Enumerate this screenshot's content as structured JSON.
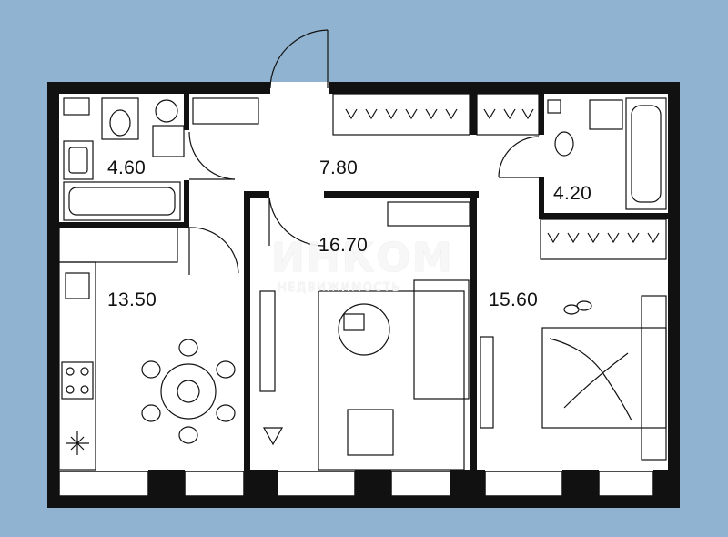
{
  "rooms": [
    {
      "id": "bathroom-left",
      "area": "4.60"
    },
    {
      "id": "hallway",
      "area": "7.80"
    },
    {
      "id": "bathroom-right",
      "area": "4.20"
    },
    {
      "id": "living-room",
      "area": "16.70"
    },
    {
      "id": "kitchen",
      "area": "13.50"
    },
    {
      "id": "bedroom",
      "area": "15.60"
    }
  ],
  "watermark": {
    "brand": "ИНКОМ",
    "tagline": "НЕДВИЖИМОСТЬ"
  },
  "colors": {
    "background": "#8fb3d0",
    "floor": "#ffffff",
    "wall": "#111111"
  }
}
